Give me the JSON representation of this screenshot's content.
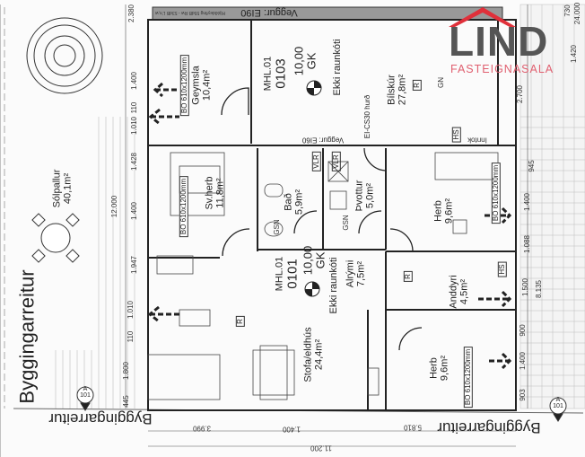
{
  "walls": {
    "top": "Veggur: EI90",
    "top_small": "Hljóðdeyfing 55dB Rw - 53dB L'n,w",
    "mid": "Veggur: EI60"
  },
  "units": [
    {
      "id": "MHL.01",
      "number": "0103",
      "elev": "10,00",
      "gk": "GK",
      "note": "Ekki raunkóti"
    },
    {
      "id": "MHL.01",
      "number": "0101",
      "elev": "10,00",
      "gk": "GK",
      "note": "Ekki raunkóti"
    }
  ],
  "rooms": {
    "geymsla": {
      "name": "Geymsla",
      "area": "10,4m²"
    },
    "bilskur": {
      "name": "Bílskúr",
      "area": "27,8m²"
    },
    "svherb": {
      "name": "Sv.herb",
      "area": "11,8m²"
    },
    "bad": {
      "name": "Bað",
      "area": "5,9m²"
    },
    "thvottur": {
      "name": "Þvottur",
      "area": "5,0m²"
    },
    "herb1": {
      "name": "Herb",
      "area": "9,6m²"
    },
    "alrymi": {
      "name": "Alrými",
      "area": "7,5m²"
    },
    "anddyri": {
      "name": "Anddyri",
      "area": "4,5m²"
    },
    "stofa": {
      "name": "Stofa/eldhús",
      "area": "24,4m²"
    },
    "herb2": {
      "name": "Herb",
      "area": "9,6m²"
    },
    "solpallur": {
      "name": "Sólpallur",
      "area": "40,1m²"
    }
  },
  "tags": {
    "bo": "BO 610x1200mm",
    "door": "EI-CS30 hurð",
    "r": "R",
    "gn": "GN",
    "hs": "HS",
    "inntok": "Inntok",
    "vlr": "VLR",
    "gsn": "GSN",
    "section": "A",
    "section_no": "101"
  },
  "boundary": "Byggingarreitur",
  "dims": {
    "d12000": "12.000",
    "d1400a": "1.400",
    "d1428": "1.428",
    "d1947": "1.947",
    "d1010a": "1.010",
    "d110a": "110",
    "d1400l": "1.400",
    "d1010b": "1.010",
    "d110b": "110",
    "d1800": "1.800",
    "d445": "445",
    "d3990": "3.990",
    "d1400b": "1.400",
    "d5810": "5.810",
    "d11200": "11.200",
    "d24000": "24.000",
    "d730": "730",
    "d1420": "1.420",
    "d2700": "2.700",
    "d945": "945",
    "d1400r": "1.400",
    "d1088": "1.088",
    "d1500": "1.500",
    "d8135": "8.135",
    "d900": "900",
    "d1400r2": "1.400",
    "d903": "903",
    "d2380": "2.380"
  },
  "logo": {
    "name": "LIND",
    "sub": "FASTEIGNASALA",
    "red": "#e0303a",
    "gray": "#555555"
  }
}
